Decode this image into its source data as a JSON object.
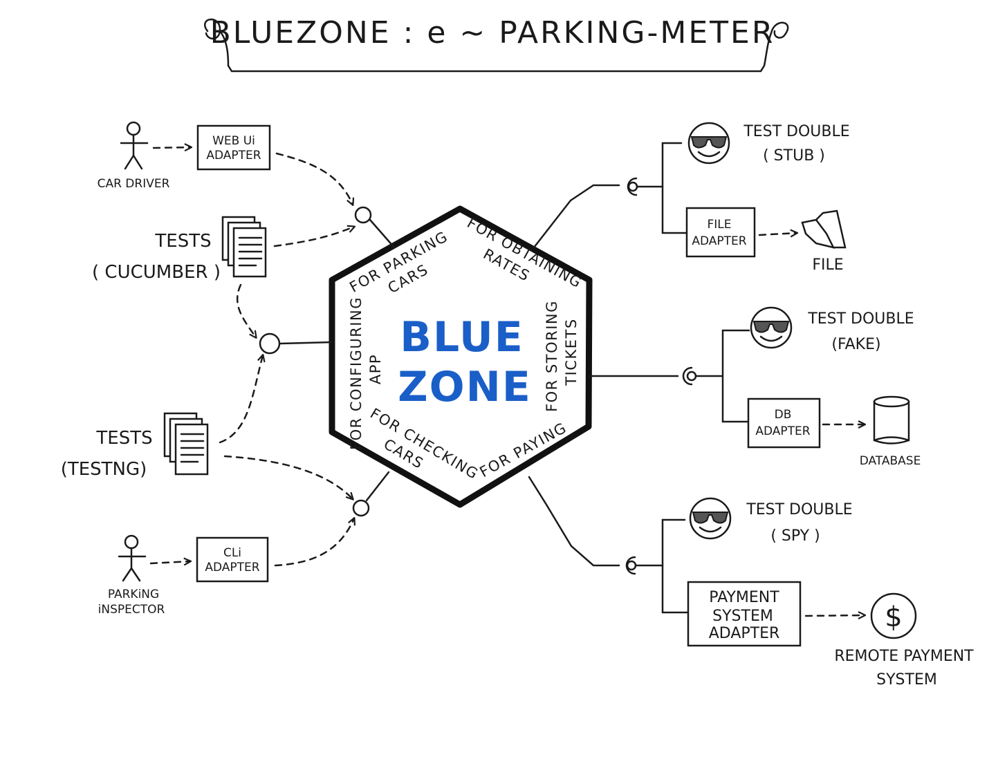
{
  "title": "BLUEZONE : e ~ PARKING-METER",
  "core": {
    "line1": "BLUE",
    "line2": "ZONE"
  },
  "ports": {
    "parking": {
      "l1": "FOR PARKING",
      "l2": "CARS"
    },
    "rates": {
      "l1": "FOR OBTAINING",
      "l2": "RATES"
    },
    "tickets": {
      "l1": "FOR STORING",
      "l2": "TICKETS"
    },
    "paying": {
      "l1": "FOR PAYING"
    },
    "checking": {
      "l1": "FOR CHECKING",
      "l2": "CARS"
    },
    "configuring": {
      "l1": "FOR CONFIGURING",
      "l2": "APP"
    }
  },
  "left": {
    "car_driver": "CAR DRIVER",
    "web_ui_adapter": {
      "l1": "WEB Ui",
      "l2": "ADAPTER"
    },
    "tests_cucumber": {
      "l1": "TESTS",
      "l2": "( CUCUMBER )"
    },
    "tests_testng": {
      "l1": "TESTS",
      "l2": "(TESTNG)"
    },
    "parking_inspector": {
      "l1": "PARKiNG",
      "l2": "iNSPECTOR"
    },
    "cli_adapter": {
      "l1": "CLi",
      "l2": "ADAPTER"
    }
  },
  "right": {
    "stub": {
      "l1": "TEST DOUBLE",
      "l2": "( STUB )"
    },
    "file_adapter": {
      "l1": "FILE",
      "l2": "ADAPTER"
    },
    "file": "FILE",
    "fake": {
      "l1": "TEST DOUBLE",
      "l2": "(FAKE)"
    },
    "db_adapter": {
      "l1": "DB",
      "l2": "ADAPTER"
    },
    "database": "DATABASE",
    "spy": {
      "l1": "TEST DOUBLE",
      "l2": "( SPY )"
    },
    "payment_adapter": {
      "l1": "PAYMENT",
      "l2": "SYSTEM",
      "l3": "ADAPTER"
    },
    "dollar_symbol": "$",
    "remote_payment": {
      "l1": "REMOTE PAYMENT",
      "l2": "SYSTEM"
    }
  },
  "colors": {
    "core_text": "#1a5fc8",
    "ink": "#1a1a1a"
  }
}
